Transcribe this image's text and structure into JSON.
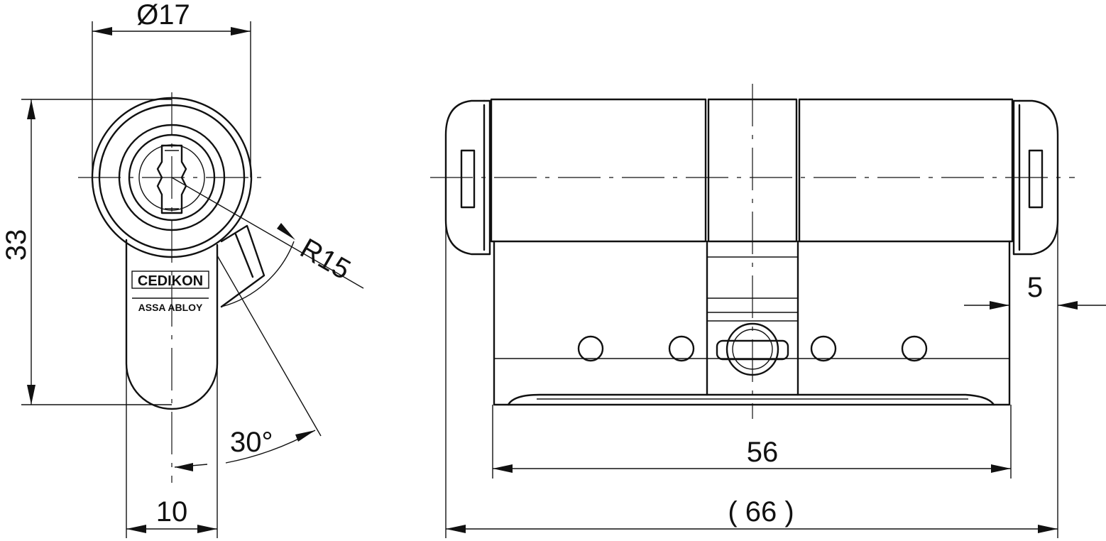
{
  "dimensions": {
    "diameter": "Ø17",
    "height": "33",
    "radius": "R15",
    "angle": "30°",
    "cam_width": "10",
    "body_length": "56",
    "total_length": "( 66 )",
    "offset": "5"
  },
  "branding": {
    "logo": "CEDIKON",
    "sublogo": "ASSA ABLOY"
  }
}
